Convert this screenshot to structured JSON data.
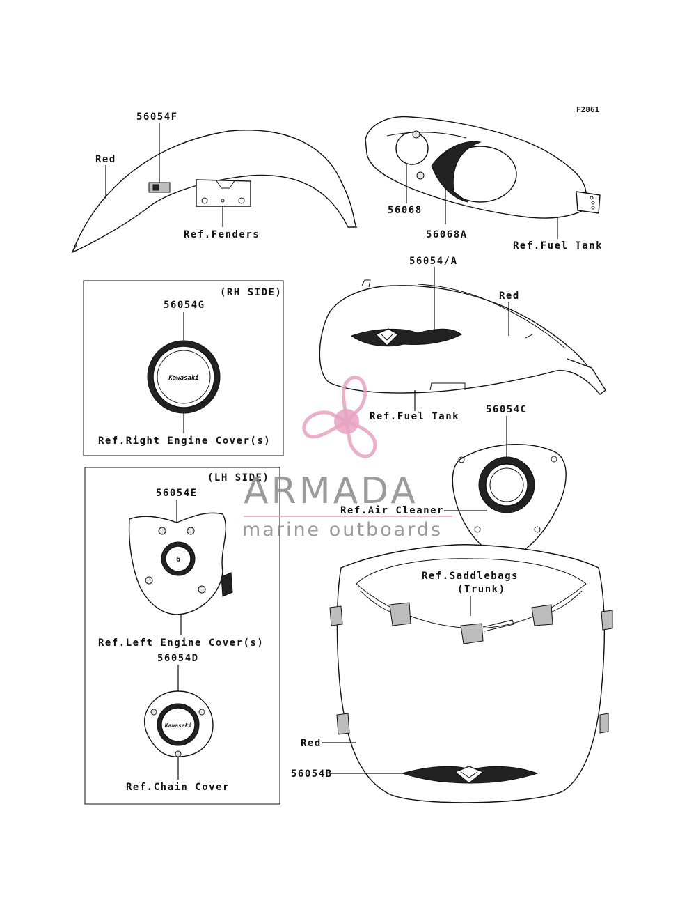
{
  "figure_code": "F2861",
  "labels": {
    "p56054F": "56054F",
    "red_fender": "Red",
    "ref_fenders": "Ref.Fenders",
    "p56068": "56068",
    "p56068A": "56068A",
    "ref_fuel_tank_top": "Ref.Fuel Tank",
    "p56054A": "56054/A",
    "red_tank": "Red",
    "ref_fuel_tank_mid": "Ref.Fuel Tank",
    "rh_side": "(RH SIDE)",
    "p56054G": "56054G",
    "ref_right_engine": "Ref.Right Engine Cover(s)",
    "p56054C": "56054C",
    "ref_air_cleaner": "Ref.Air Cleaner",
    "lh_side": "(LH SIDE)",
    "p56054E": "56054E",
    "ref_left_engine": "Ref.Left Engine Cover(s)",
    "p56054D": "56054D",
    "ref_chain_cover": "Ref.Chain Cover",
    "ref_saddlebags": "Ref.Saddlebags",
    "trunk": "(Trunk)",
    "red_trunk": "Red",
    "p56054B": "56054B"
  },
  "emblem_text": {
    "g": "Kawasaki",
    "d": "Kawasaki"
  },
  "watermark": {
    "title": "ARMADA",
    "subtitle": "marine outboards",
    "colors": {
      "propeller": "#e7a3c0",
      "text": "#8a8a8a"
    }
  }
}
